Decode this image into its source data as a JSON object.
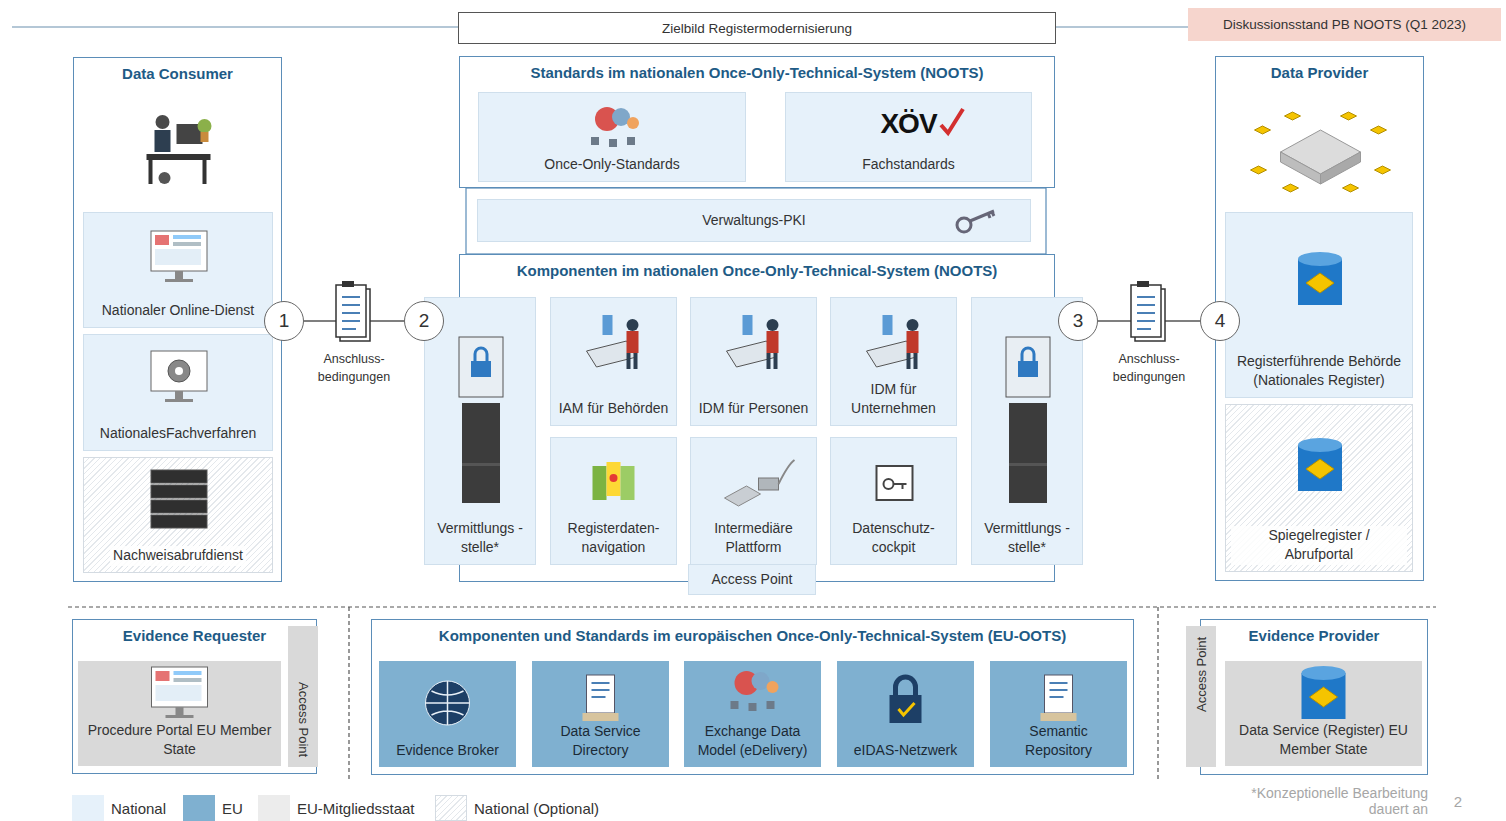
{
  "diagram": {
    "title": "Zielbild Registermodernisierung",
    "nodes": [
      {
        "text": [
          "Diskussionsstand PB NOOTS (Q1 2023)"
        ]
      },
      {
        "text": [
          "Data Consumer"
        ]
      },
      {
        "text": [
          "Nationaler Online-Dienst"
        ],
        "in": 1
      },
      {
        "text": [
          "NationalesFachverfahren"
        ],
        "in": 1
      },
      {
        "text": [
          "Nachweisabrufdienst"
        ],
        "in": 1
      },
      {
        "text": [
          "Standards im nationalen Once-Only-Technical-System (NOOTS)"
        ]
      },
      {
        "text": [
          "Once-Only-Standards"
        ],
        "in": 5
      },
      {
        "text": [
          "XÖV",
          "Fachstandards"
        ],
        "in": 5
      },
      {
        "text": [
          "Verwaltungs-PKI"
        ]
      },
      {
        "text": [
          "Data Provider"
        ]
      },
      {
        "text": [
          "Registerführende Behörde (Nationales Register)"
        ],
        "in": 9
      },
      {
        "text": [
          "Spiegelregister / Abrufportal"
        ],
        "in": 9
      },
      {
        "text": [
          "1"
        ]
      },
      {
        "text": [
          "2"
        ]
      },
      {
        "text": [
          "Komponenten im nationalen Once-Only-Technical-System (NOOTS)"
        ]
      },
      {
        "text": [
          "Vermittlungs -stelle*"
        ],
        "in": 14
      },
      {
        "text": [
          "IAM für Behörden"
        ],
        "in": 14
      },
      {
        "text": [
          "IDM für Personen"
        ],
        "in": 14
      },
      {
        "text": [
          "IDM für Unternehmen"
        ],
        "in": 14
      },
      {
        "text": [
          "3"
        ]
      },
      {
        "text": [
          "4"
        ]
      },
      {
        "text": [
          "Vermittlungs -stelle*"
        ],
        "in": 14
      },
      {
        "text": [
          "Registerdaten- navigation"
        ],
        "in": 14
      },
      {
        "text": [
          "Intermediäre Plattform"
        ],
        "in": 14
      },
      {
        "text": [
          "Datenschutz- cockpit"
        ],
        "in": 14
      },
      {
        "text": [
          "Access Point"
        ],
        "in": 14
      },
      {
        "text": [
          "Evidence Requester"
        ]
      },
      {
        "text": [
          "Procedure Portal EU Member State"
        ],
        "in": 26
      },
      {
        "text": [
          "Access Point"
        ],
        "in": 26
      },
      {
        "text": [
          "Komponenten und Standards im europäischen Once-Only-Technical-System (EU-OOTS)"
        ]
      },
      {
        "text": [
          "Evidence Broker"
        ],
        "in": 29
      },
      {
        "text": [
          "Data Service Directory"
        ],
        "in": 29
      },
      {
        "text": [
          "Exchange Data Model (eDelivery)"
        ],
        "in": 29
      },
      {
        "text": [
          "eIDAS-Netzwerk"
        ],
        "in": 29
      },
      {
        "text": [
          "Semantic Repository"
        ],
        "in": 29
      },
      {
        "text": [
          "Evidence Provider"
        ]
      },
      {
        "text": [
          "Access Point"
        ],
        "in": 35
      },
      {
        "text": [
          "Data Service (Register) EU Member State"
        ],
        "in": 35
      }
    ],
    "edges": [
      {
        "from": 12,
        "to": 13,
        "label": "Anschluss- bedingungen",
        "arrow": "none"
      },
      {
        "from": 19,
        "to": 20,
        "label": "Anschluss- bedingungen",
        "arrow": "none"
      }
    ],
    "labels": [
      "*Konzeptionelle Bearbeitung dauert an",
      "2"
    ],
    "legend": [
      {
        "text": "National",
        "color": "#e6f1fa"
      },
      {
        "text": "EU",
        "color": "#7fb0d0"
      },
      {
        "text": "EU-Mitgliedsstaat",
        "color": "#ececec"
      },
      {
        "text": "National (Optional)"
      }
    ]
  }
}
